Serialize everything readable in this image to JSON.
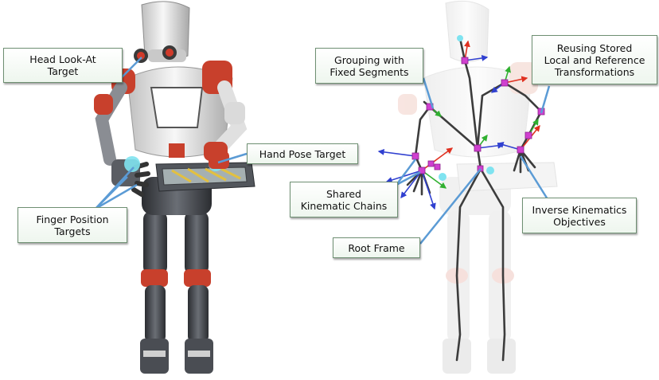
{
  "labels": {
    "head_look_at": "Head Look-At\nTarget",
    "hand_pose": "Hand Pose Target",
    "finger_position": "Finger Position\nTargets",
    "grouping": "Grouping with\nFixed Segments",
    "reusing": "Reusing Stored\nLocal and Reference\nTransformations",
    "shared_chains": "Shared\nKinematic Chains",
    "ik_objectives": "Inverse Kinematics\nObjectives",
    "root_frame": "Root Frame"
  },
  "colors": {
    "leader_line": "#5b9bd5",
    "label_border": "#6e8f72",
    "robot_white": "#e9e9e9",
    "robot_gray": "#3c3f44",
    "robot_accent": "#c8402c",
    "target_cyan": "#7fe3f0",
    "joint_magenta": "#d040d0",
    "axis_red": "#e03020",
    "axis_green": "#30b030",
    "axis_blue": "#3040d0"
  }
}
